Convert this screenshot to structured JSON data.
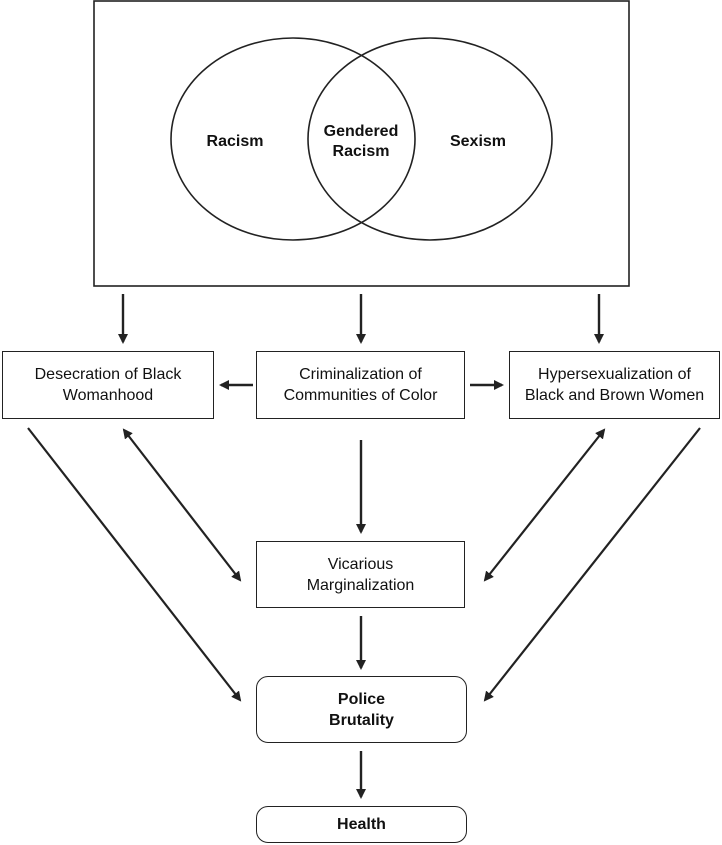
{
  "venn": {
    "left": "Racism",
    "center": "Gendered\nRacism",
    "right": "Sexism"
  },
  "nodes": {
    "desecration": "Desecration of Black\nWomanhood",
    "criminalization": "Criminalization of\nCommunities of Color",
    "hypersexualization": "Hypersexualization of\nBlack and Brown Women",
    "vicarious": "Vicarious\nMarginalization",
    "police": "Police\nBrutality",
    "health": "Health"
  },
  "colors": {
    "stroke": "#222222",
    "text": "#111111",
    "background": "#ffffff"
  }
}
